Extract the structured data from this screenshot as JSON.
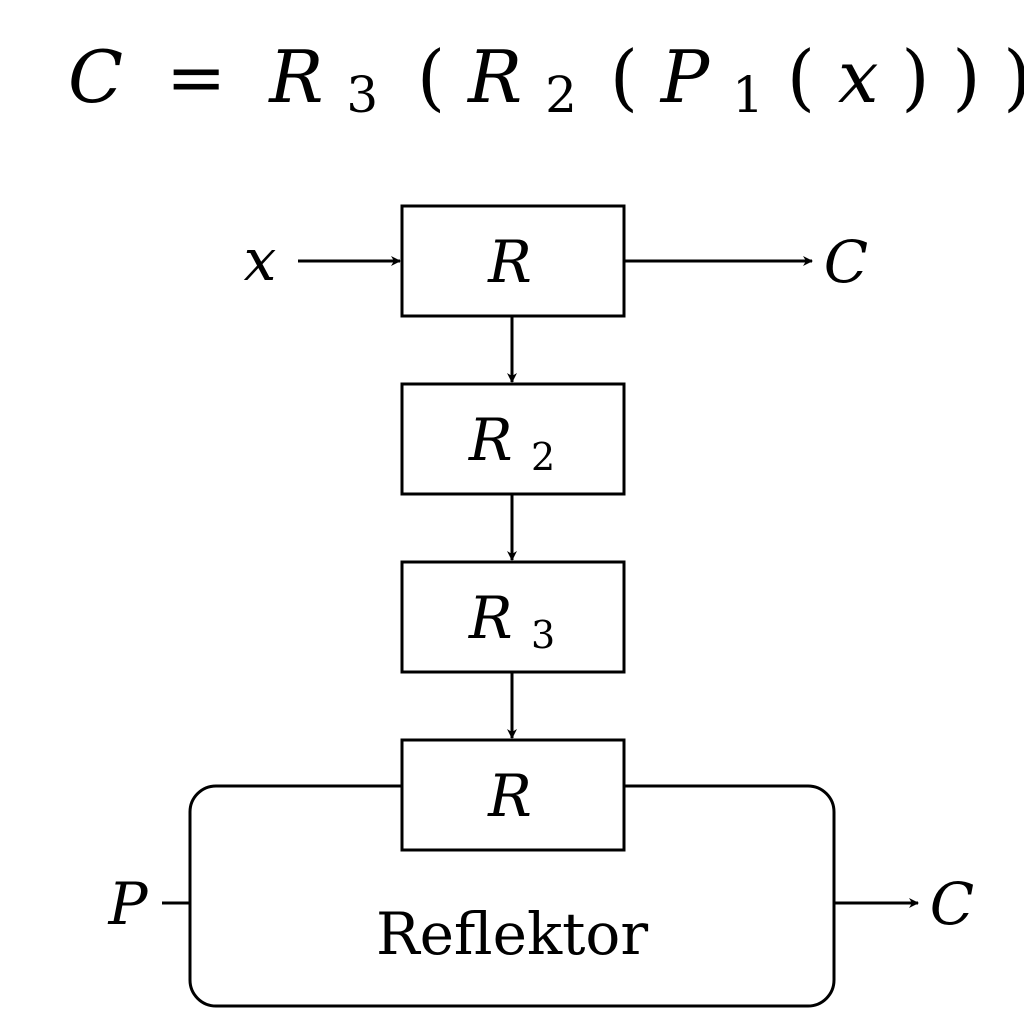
{
  "formula": {
    "lhs": "C",
    "eq": "=",
    "r3_base": "R",
    "r3_sub": "3",
    "r2_base": "R",
    "r2_sub": "2",
    "p1_base": "P",
    "p1_sub": "1",
    "arg": "x",
    "open_paren": "(",
    "close_paren": ")"
  },
  "diagram": {
    "input_x": "x",
    "output_top": "C",
    "rotor_top": "R",
    "rotor2_base": "R",
    "rotor2_sub": "2",
    "rotor3_base": "R",
    "rotor3_sub": "3",
    "rotor_bottom": "R",
    "reflector_label": "Reflektor",
    "input_p": "P",
    "output_bottom": "C"
  },
  "colors": {
    "ink": "#000000",
    "background": "#ffffff"
  }
}
